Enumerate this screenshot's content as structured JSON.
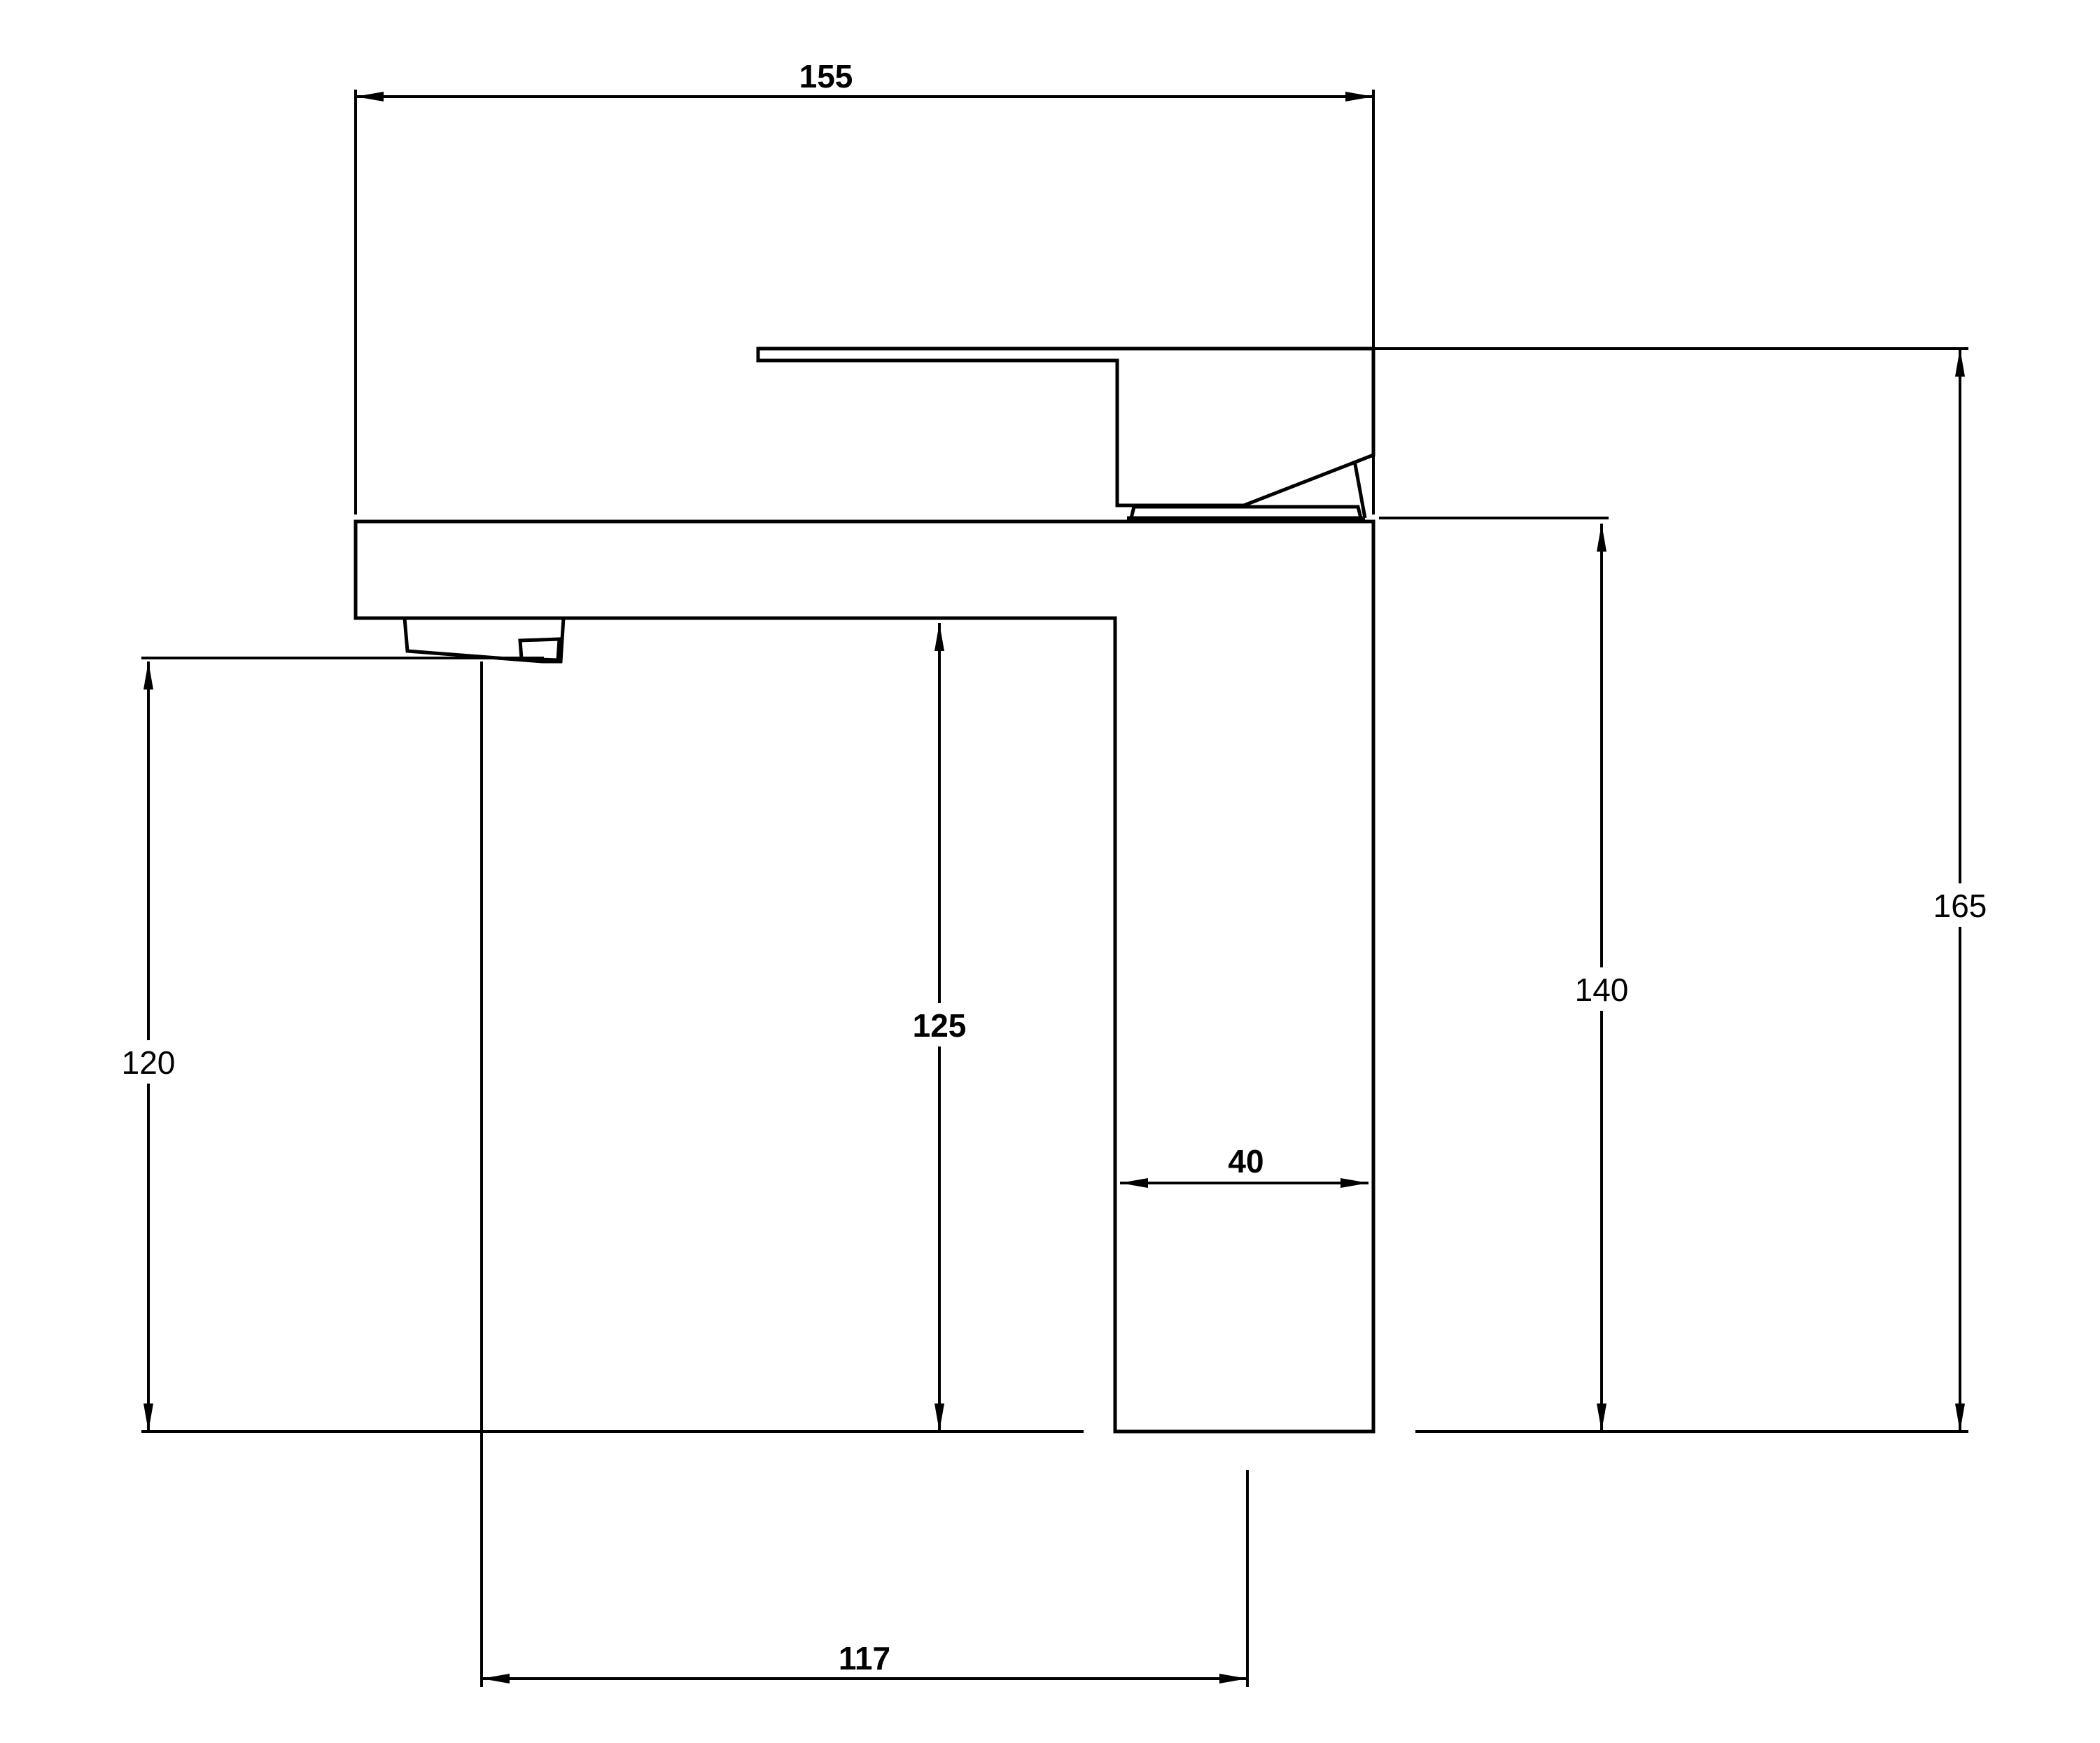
{
  "drawing": {
    "subject": "basin-mixer-tap-side-elevation",
    "units": "",
    "line_color": "#000000",
    "background": "#ffffff"
  },
  "dimensions": {
    "overall_width": "155",
    "handle_top_height": "165",
    "body_top_height": "140",
    "spout_underside_height": "125",
    "aerator_outlet_height": "120",
    "body_width": "40",
    "spout_reach": "117"
  }
}
